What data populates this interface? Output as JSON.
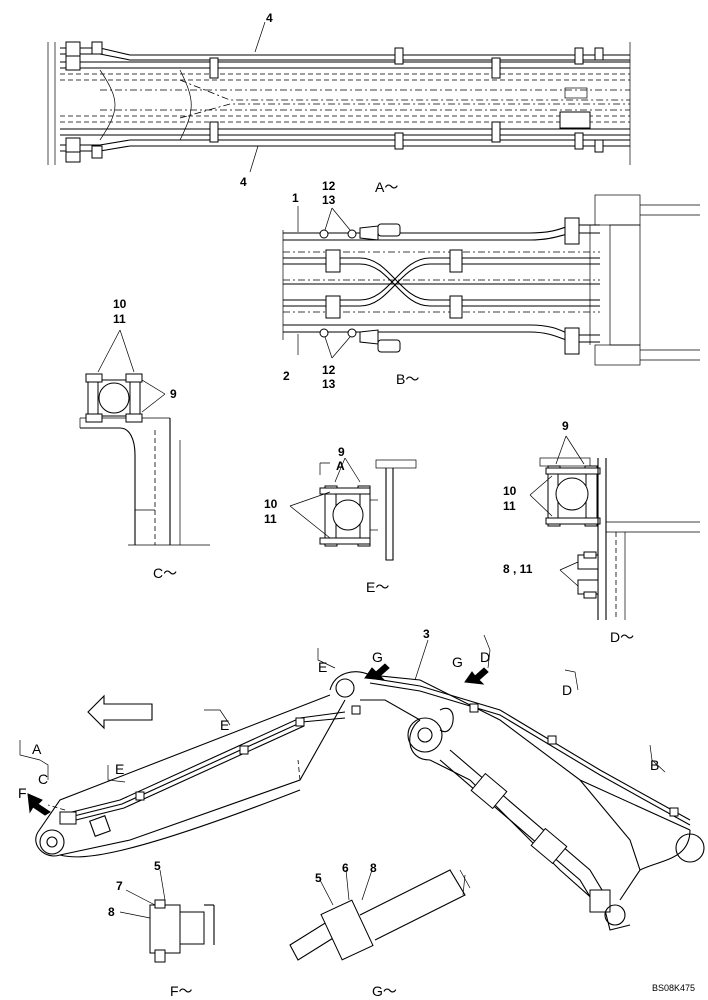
{
  "views": {
    "a": "A～",
    "b": "B～",
    "c": "C～",
    "d": "D～",
    "e": "E～",
    "f": "F～",
    "g": "G～"
  },
  "callouts": {
    "n1": "1",
    "n2": "2",
    "n3": "3",
    "n4_top": "4",
    "n4_bottom": "4",
    "n5_f": "5",
    "n5_g": "5",
    "n6": "6",
    "n7": "7",
    "n8_f": "8",
    "n8_g": "8",
    "n9_c": "9",
    "n9_e": "9",
    "n9_d": "9",
    "n10_c": "10",
    "n11_c": "11",
    "n10_e": "10",
    "n11_e": "11",
    "n10_d": "10",
    "n11_d": "11",
    "n8_11_d": "8 , 11",
    "n12_top": "12",
    "n13_top": "13",
    "n12_bottom": "12",
    "n13_bottom": "13"
  },
  "section_marks": {
    "a": "A",
    "c": "C",
    "e1": "E",
    "e2": "E",
    "e3": "E",
    "e_view": "A",
    "g1": "G",
    "g2": "G",
    "d1": "D",
    "d2": "D",
    "b": "B",
    "f": "F"
  },
  "drawing_code": "BS08K475"
}
